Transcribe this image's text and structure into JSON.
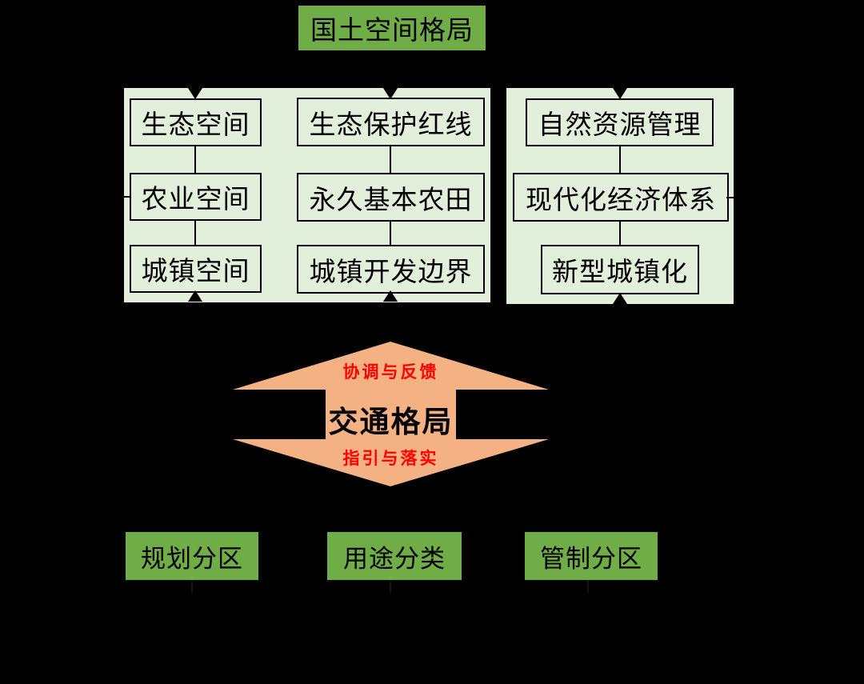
{
  "title": {
    "label": "国土空间格局"
  },
  "left_panel": {
    "column1": [
      "生态空间",
      "农业空间",
      "城镇空间"
    ],
    "column2": [
      "生态保护红线",
      "永久基本农田",
      "城镇开发边界"
    ]
  },
  "right_panel": {
    "items": [
      "自然资源管理",
      "现代化经济体系",
      "新型城镇化"
    ]
  },
  "arrow": {
    "top_label": "协调与反馈",
    "center_label": "交通格局",
    "bottom_label": "指引与落实"
  },
  "bottom_boxes": [
    "规划分区",
    "用途分类",
    "管制分区"
  ],
  "colors": {
    "background": "#000000",
    "solid_green": "#70ad47",
    "light_green_panel": "#e2efda",
    "orange_arrow": "#f4b183",
    "red_text": "#ff0000",
    "line_black": "#000000"
  }
}
